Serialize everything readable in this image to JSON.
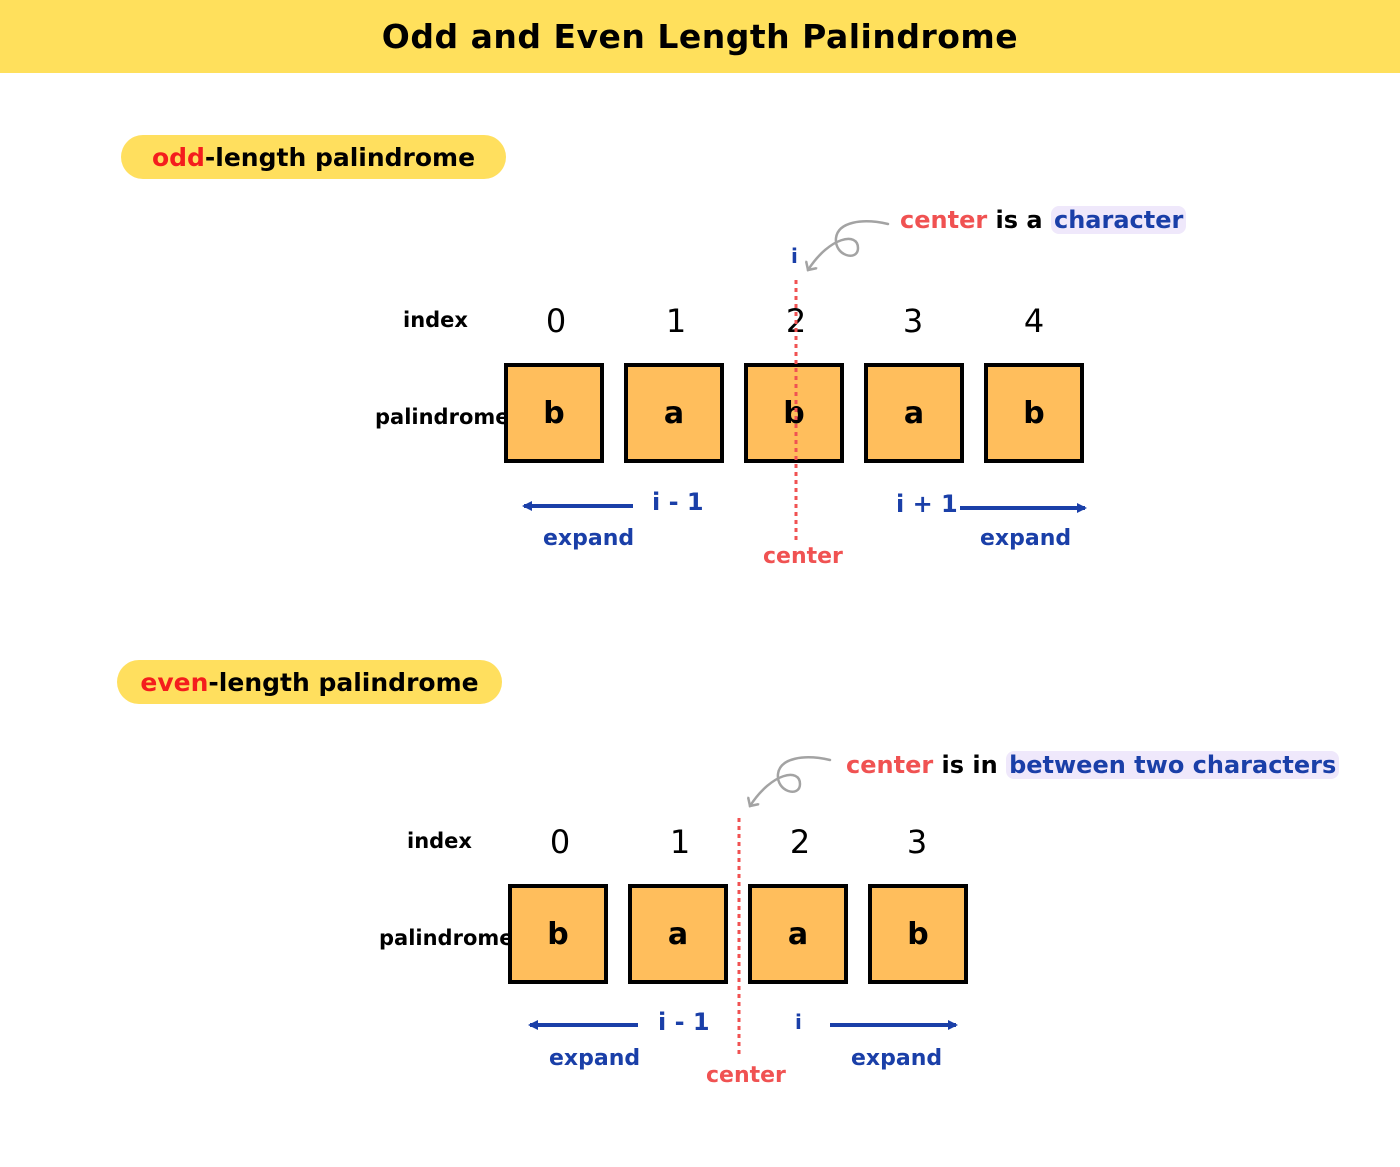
{
  "title": "Odd and Even Length Palindrome",
  "odd": {
    "pill_highlight": "odd",
    "pill_rest": "-length palindrome",
    "index_label": "index",
    "palindrome_label": "palindrome",
    "indices": [
      "0",
      "1",
      "2",
      "3",
      "4"
    ],
    "chars": [
      "b",
      "a",
      "b",
      "a",
      "b"
    ],
    "pointer_label": "i",
    "note_center": "center",
    "note_mid": " is a ",
    "note_tail": "character",
    "left_label": "i - 1",
    "right_label": "i + 1",
    "left_expand": "expand",
    "right_expand": "expand",
    "center_label": "center"
  },
  "even": {
    "pill_highlight": "even",
    "pill_rest": "-length palindrome",
    "index_label": "index",
    "palindrome_label": "palindrome",
    "indices": [
      "0",
      "1",
      "2",
      "3"
    ],
    "chars": [
      "b",
      "a",
      "a",
      "b"
    ],
    "note_center": "center",
    "note_mid": " is in ",
    "note_tail": "between two characters",
    "left_label": "i - 1",
    "right_label": "i",
    "left_expand": "expand",
    "right_expand": "expand",
    "center_label": "center"
  },
  "colors": {
    "banner": "#ffe05c",
    "box_fill": "#ffbe5c",
    "blue": "#1a3fa8",
    "red": "#f05252",
    "highlight_red": "#f41d1d"
  }
}
